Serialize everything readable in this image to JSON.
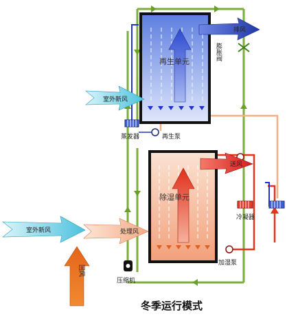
{
  "caption": "冬季运行模式",
  "units": {
    "regen": "再生单元",
    "dehum": "除湿单元"
  },
  "labels": {
    "exhaust": "排风",
    "expansion_valve": "膨胀阀",
    "outdoor_air_upper": "室外新风",
    "evaporator": "蒸发器",
    "regen_pump": "再生泵",
    "supply_air": "送风",
    "condenser": "冷凝器",
    "outdoor_air_lower": "室外新风",
    "treated_air": "处理风",
    "return_air": "回风",
    "compressor": "压缩机",
    "dehum_pump": "加湿泵"
  },
  "colors": {
    "refrigerant_pipe": "#7cae3e",
    "hot_pipe": "#e8321c",
    "warm_return_pipe": "#f4b082",
    "cold_pipe": "#2233cc",
    "supply_arrow": "#e83030",
    "exhaust_arrow": "#2a3fb0",
    "outdoor_arrow": "#5ac8de",
    "treated_arrow": "#f4b08a",
    "return_arrow": "#e87a20"
  }
}
